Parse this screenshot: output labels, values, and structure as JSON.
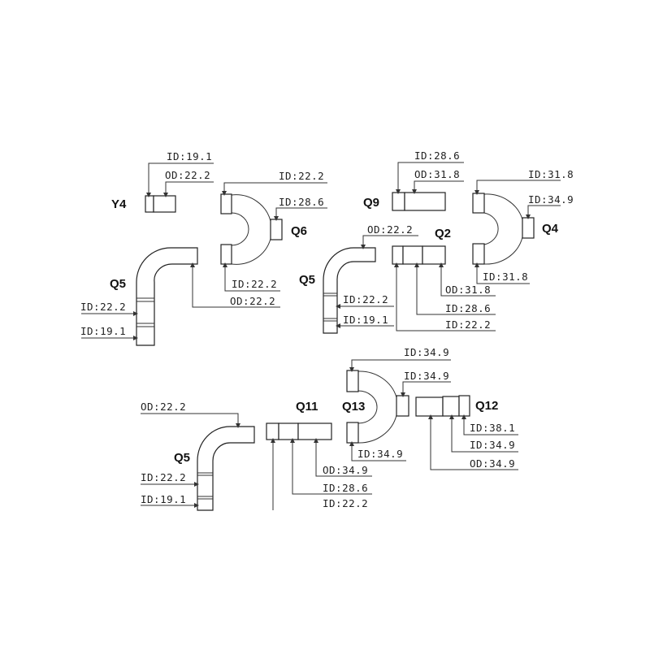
{
  "parts": {
    "y4": {
      "label": "Y4",
      "dims": [
        "ID:19.1",
        "OD:22.2"
      ]
    },
    "q6": {
      "label": "Q6",
      "dims": [
        "ID:22.2",
        "ID:28.6",
        "ID:22.2"
      ]
    },
    "q5a": {
      "label": "Q5",
      "dims": [
        "OD:22.2",
        "ID:22.2",
        "ID:19.1"
      ]
    },
    "q9": {
      "label": "Q9",
      "dims": [
        "ID:28.6",
        "OD:31.8"
      ]
    },
    "q4": {
      "label": "Q4",
      "dims": [
        "ID:31.8",
        "ID:34.9",
        "ID:31.8"
      ]
    },
    "q5b": {
      "label": "Q5",
      "dims": [
        "OD:22.2",
        "ID:22.2",
        "ID:19.1"
      ]
    },
    "q2": {
      "label": "Q2",
      "dims": [
        "OD:31.8",
        "ID:28.6",
        "ID:22.2"
      ]
    },
    "q13": {
      "label": "Q13",
      "dims": [
        "ID:34.9",
        "ID:34.9",
        "ID:34.9"
      ]
    },
    "q12": {
      "label": "Q12",
      "dims": [
        "ID:38.1",
        "ID:34.9",
        "OD:34.9"
      ]
    },
    "q11": {
      "label": "Q11",
      "dims": [
        "OD:34.9",
        "ID:28.6",
        "ID:22.2"
      ]
    },
    "q5c": {
      "label": "Q5",
      "dims": [
        "OD:22.2",
        "ID:22.2",
        "ID:19.1"
      ]
    }
  }
}
